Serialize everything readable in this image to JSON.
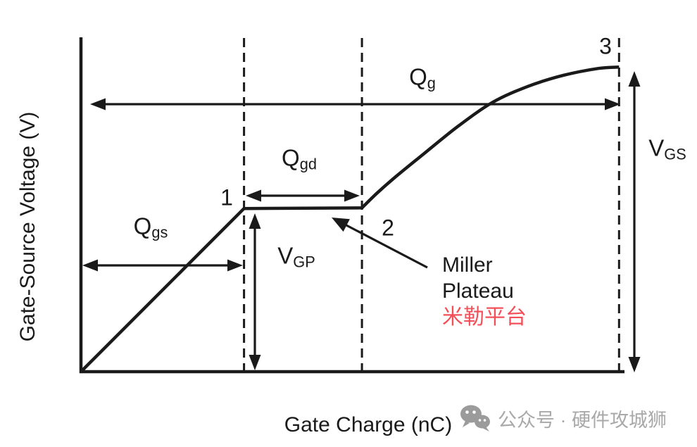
{
  "diagram": {
    "ylabel": "Gate-Source Voltage (V)",
    "xlabel": "Gate Charge (nC)",
    "labels": {
      "qg": {
        "base": "Q",
        "sub": "g"
      },
      "qgs": {
        "base": "Q",
        "sub": "gs"
      },
      "qgd": {
        "base": "Q",
        "sub": "gd"
      },
      "vgp": {
        "base": "V",
        "sub": "GP"
      },
      "vgs": {
        "base": "V",
        "sub": "GS"
      }
    },
    "points": {
      "p1": "1",
      "p2": "2",
      "p3": "3"
    },
    "miller": {
      "line1": "Miller",
      "line2": "Plateau",
      "line3": "米勒平台",
      "line3_color": "#f25058"
    },
    "ink_color": "#1a1a1a",
    "background_color": "#ffffff"
  },
  "watermark": {
    "icon": "wechat-icon",
    "text": "公众号 · 硬件攻城狮",
    "text_color": "#a9a9a9",
    "icon_color": "#9b9b9b"
  },
  "chart_data": {
    "type": "line",
    "title": "",
    "xlabel": "Gate Charge (nC)",
    "ylabel": "Gate-Source Voltage (V)",
    "x_ticks": [],
    "y_ticks": [],
    "grid": false,
    "series": [
      {
        "name": "gate-charge-curve",
        "points_normalized": [
          [
            0.0,
            0.0
          ],
          [
            0.3,
            0.488
          ],
          [
            0.517,
            0.49
          ],
          [
            0.544,
            0.533
          ],
          [
            0.576,
            0.579
          ],
          [
            0.628,
            0.648
          ],
          [
            0.693,
            0.733
          ],
          [
            0.758,
            0.806
          ],
          [
            0.822,
            0.853
          ],
          [
            0.887,
            0.886
          ],
          [
            0.952,
            0.907
          ],
          [
            0.99,
            0.911
          ]
        ],
        "plateau_start_index": 1,
        "plateau_end_index": 2
      }
    ],
    "key_points": [
      {
        "label": "1",
        "x_norm": 0.3,
        "y_norm": 0.488
      },
      {
        "label": "2",
        "x_norm": 0.517,
        "y_norm": 0.49
      },
      {
        "label": "3",
        "x_norm": 0.99,
        "y_norm": 0.911
      }
    ],
    "span_annotations": [
      {
        "label": "Qgs",
        "from_x_norm": 0.0,
        "to_x_norm": 0.3
      },
      {
        "label": "Qgd",
        "from_x_norm": 0.3,
        "to_x_norm": 0.517
      },
      {
        "label": "Qg",
        "from_x_norm": 0.0,
        "to_x_norm": 0.99
      }
    ],
    "level_annotations": [
      {
        "label": "VGP",
        "y_norm": 0.488
      },
      {
        "label": "VGS",
        "y_norm": 0.911
      }
    ]
  }
}
